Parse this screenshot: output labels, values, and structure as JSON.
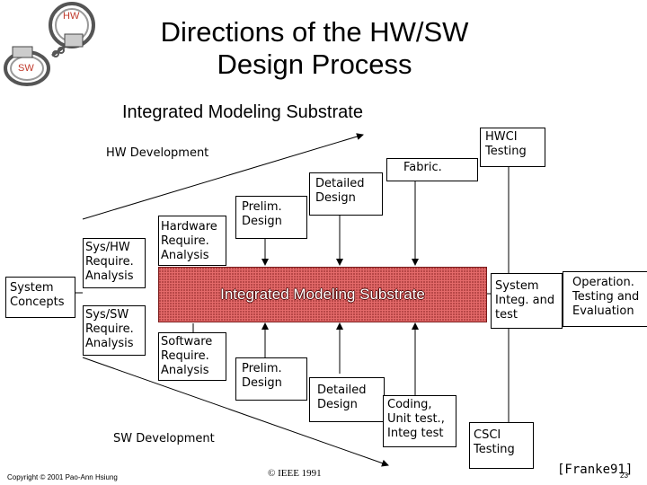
{
  "header": {
    "title_line1": "Directions of the HW/SW",
    "title_line2": "Design Process",
    "subtitle": "Integrated Modeling Substrate",
    "logo": {
      "hw": "HW",
      "sw": "SW",
      "icon": "handcuffs-icon"
    }
  },
  "diagram": {
    "hw_development": "HW Development",
    "sw_development": "SW Development",
    "hwci_testing": "HWCI\nTesting",
    "fabric": "Fabric.",
    "detailed_design_hw": "Detailed\nDesign",
    "prelim_design_hw": "Prelim.\nDesign",
    "hardware_req": "Hardware\nRequire.\nAnalysis",
    "sys_hw_req": "Sys/HW\nRequire.\nAnalysis",
    "system_concepts": "System\nConcepts",
    "sys_sw_req": "Sys/SW\nRequire.\nAnalysis",
    "software_req": "Software\nRequire.\nAnalysis",
    "prelim_design_sw": "Prelim.\nDesign",
    "detailed_design_sw": "Detailed\nDesign",
    "coding": "Coding,\nUnit test.,\nInteg test",
    "csci_testing": "CSCI\nTesting",
    "system_integ": "System\nInteg. and\ntest",
    "operation": "Operation.\nTesting and\nEvaluation",
    "substrate_label": "Integrated  Modeling  Substrate"
  },
  "footer": {
    "copyright": "Copyright © 2001 Pao-Ann Hsiung",
    "ieee": "© IEEE 1991",
    "citation": "[Franke91]",
    "page": "23"
  }
}
